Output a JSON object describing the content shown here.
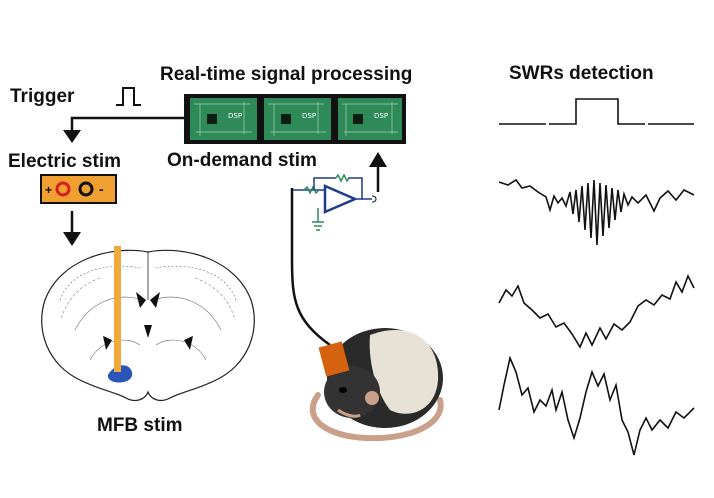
{
  "labels": {
    "trigger": "Trigger",
    "electric_stim": "Electric stim",
    "realtime": "Real-time signal processing",
    "on_demand": "On-demand stim",
    "swr_detection": "SWRs detection",
    "mfb_stim": "MFB stim"
  },
  "dsp_boards": [
    {
      "label": "DSP"
    },
    {
      "label": "DSP"
    },
    {
      "label": "DSP"
    }
  ],
  "stimulator": {
    "plus": "+",
    "minus": "-",
    "fill_color": "#f0a030",
    "terminal_color": "#d42020"
  },
  "amplifier": {
    "color": "#1f3b8c"
  },
  "electrode_color": "#f2a93b",
  "mfb_target_color": "#2b55b8",
  "board_color": "#2e8a58"
}
